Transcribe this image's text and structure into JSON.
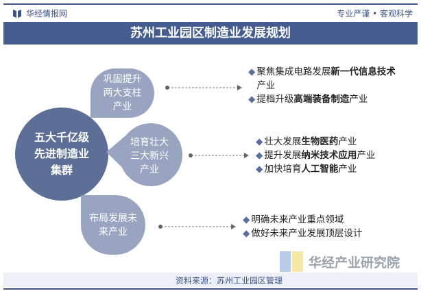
{
  "header": {
    "brand": "华经情报网",
    "slogan": "专业严谨 • 客观科学",
    "title": "苏州工业园区制造业发展规划"
  },
  "center": {
    "lines": [
      "五大千亿级",
      "先进制造业",
      "集群"
    ]
  },
  "branches": [
    {
      "label_lines": [
        "巩固提升",
        "两大支柱",
        "产业"
      ],
      "bullets": [
        {
          "parts": [
            {
              "t": "聚焦集成电路发展"
            },
            {
              "t": "新一代信息技术",
              "b": true
            },
            {
              "t": "产业"
            }
          ]
        },
        {
          "parts": [
            {
              "t": "提档升级"
            },
            {
              "t": "高端装备制造",
              "b": true
            },
            {
              "t": "产业"
            }
          ]
        }
      ]
    },
    {
      "label_lines": [
        "培育壮大",
        "三大新兴",
        "产业"
      ],
      "bullets": [
        {
          "parts": [
            {
              "t": "壮大发展"
            },
            {
              "t": "生物医药",
              "b": true
            },
            {
              "t": "产业"
            }
          ]
        },
        {
          "parts": [
            {
              "t": "提升发展"
            },
            {
              "t": "纳米技术应用",
              "b": true
            },
            {
              "t": "产业"
            }
          ]
        },
        {
          "parts": [
            {
              "t": "加快培育"
            },
            {
              "t": "人工智能",
              "b": true
            },
            {
              "t": "产业"
            }
          ]
        }
      ]
    },
    {
      "label_lines": [
        "布局发展未",
        "来产业"
      ],
      "bullets": [
        {
          "parts": [
            {
              "t": "明确未来产业重点领域"
            }
          ]
        },
        {
          "parts": [
            {
              "t": "做好未来产业发展顶层设计"
            }
          ]
        }
      ]
    }
  ],
  "footer": {
    "source": "资料来源：苏州工业园区管理",
    "watermark": "华经产业研究院"
  },
  "colors": {
    "primary": "#445c8f",
    "center": "#5d6f97",
    "drop": "#98a4c0"
  }
}
